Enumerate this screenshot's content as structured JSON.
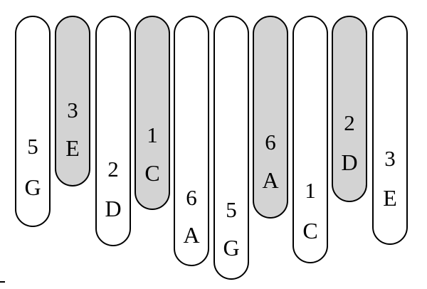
{
  "diagram": {
    "tines": [
      {
        "number": "5",
        "note": "G",
        "shaded": false
      },
      {
        "number": "3",
        "note": "E",
        "shaded": true
      },
      {
        "number": "2",
        "note": "D",
        "shaded": false
      },
      {
        "number": "1",
        "note": "C",
        "shaded": true
      },
      {
        "number": "6",
        "note": "A",
        "shaded": false
      },
      {
        "number": "5",
        "note": "G",
        "shaded": false
      },
      {
        "number": "6",
        "note": "A",
        "shaded": true
      },
      {
        "number": "1",
        "note": "C",
        "shaded": false
      },
      {
        "number": "2",
        "note": "D",
        "shaded": true
      },
      {
        "number": "3",
        "note": "E",
        "shaded": false
      }
    ],
    "colors": {
      "white_tine": "#ffffff",
      "shaded_tine": "#d3d3d3",
      "outline": "#000000"
    }
  }
}
